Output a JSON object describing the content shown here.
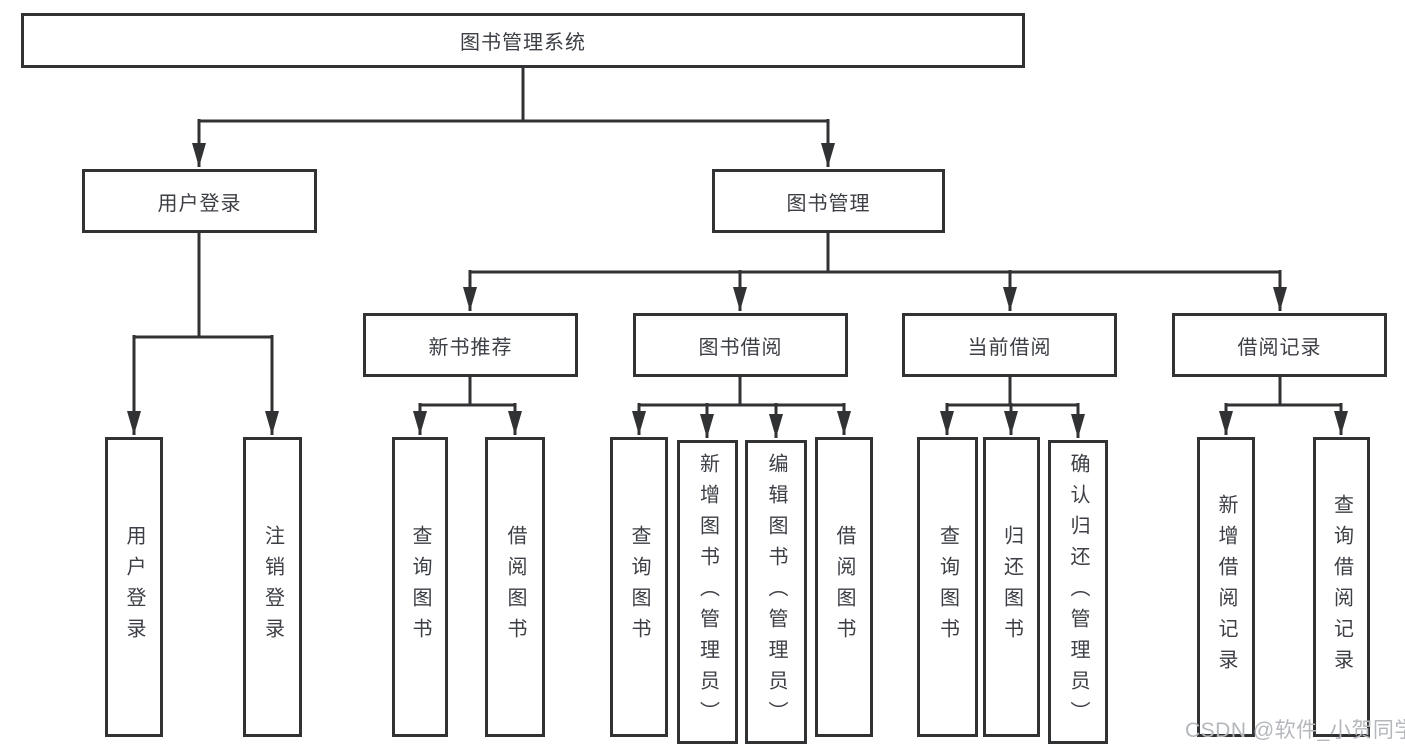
{
  "colors": {
    "background": "#ffffff",
    "line": "#303234",
    "box_border": "#303234",
    "text": "#3c3f45",
    "watermark_text": "#b4b7bc"
  },
  "watermark": {
    "text": "CSDN @软件_小贺同学"
  },
  "diagram": {
    "type": "tree",
    "root": {
      "label": "图书管理系统"
    },
    "branches": [
      {
        "label": "用户登录",
        "children": [
          {
            "label": "用户登录"
          },
          {
            "label": "注销登录"
          }
        ]
      },
      {
        "label": "图书管理",
        "sections": [
          {
            "label": "新书推荐",
            "children": [
              {
                "label": "查询图书"
              },
              {
                "label": "借阅图书"
              }
            ]
          },
          {
            "label": "图书借阅",
            "children": [
              {
                "label": "查询图书"
              },
              {
                "label": "新增图书（管理员）"
              },
              {
                "label": "编辑图书（管理员）"
              },
              {
                "label": "借阅图书"
              }
            ]
          },
          {
            "label": "当前借阅",
            "children": [
              {
                "label": "查询图书"
              },
              {
                "label": "归还图书"
              },
              {
                "label": "确认归还（管理员）"
              }
            ]
          },
          {
            "label": "借阅记录",
            "children": [
              {
                "label": "新增借阅记录"
              },
              {
                "label": "查询借阅记录"
              }
            ]
          }
        ]
      }
    ]
  }
}
